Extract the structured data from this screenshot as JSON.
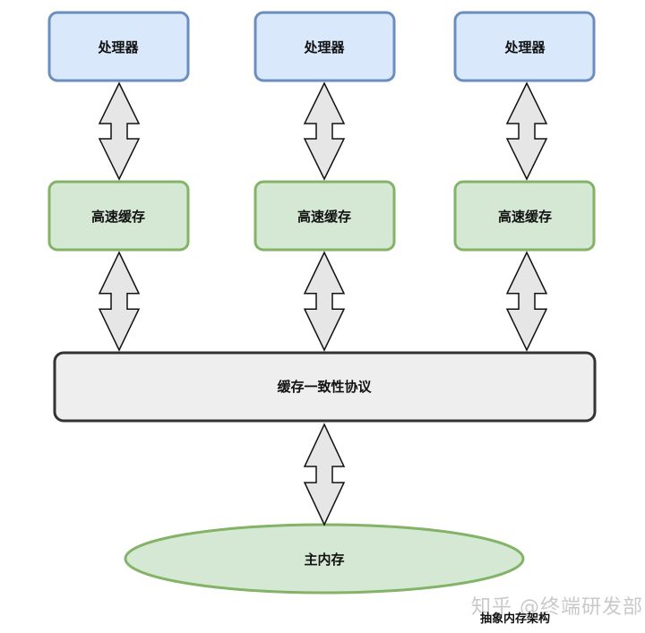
{
  "diagram": {
    "title": "抽象内存架构",
    "watermark": "知乎 @终端研发部",
    "processors": [
      {
        "label": "处理器"
      },
      {
        "label": "处理器"
      },
      {
        "label": "处理器"
      }
    ],
    "caches": [
      {
        "label": "高速缓存"
      },
      {
        "label": "高速缓存"
      },
      {
        "label": "高速缓存"
      }
    ],
    "protocol": {
      "label": "缓存一致性协议"
    },
    "main_memory": {
      "label": "主内存"
    },
    "colors": {
      "processor_fill": "#dae8fc",
      "processor_stroke": "#6c8ebf",
      "cache_fill": "#d5e8d4",
      "cache_stroke": "#82b366",
      "protocol_fill": "#eeeeee",
      "protocol_stroke": "#333333",
      "arrow_fill": "#e6e6e6",
      "arrow_stroke": "#111111"
    },
    "connections": [
      {
        "from": "processor-1",
        "to": "cache-1",
        "type": "bidirectional"
      },
      {
        "from": "processor-2",
        "to": "cache-2",
        "type": "bidirectional"
      },
      {
        "from": "processor-3",
        "to": "cache-3",
        "type": "bidirectional"
      },
      {
        "from": "cache-1",
        "to": "protocol",
        "type": "bidirectional"
      },
      {
        "from": "cache-2",
        "to": "protocol",
        "type": "bidirectional"
      },
      {
        "from": "cache-3",
        "to": "protocol",
        "type": "bidirectional"
      },
      {
        "from": "protocol",
        "to": "main-memory",
        "type": "bidirectional"
      }
    ]
  }
}
